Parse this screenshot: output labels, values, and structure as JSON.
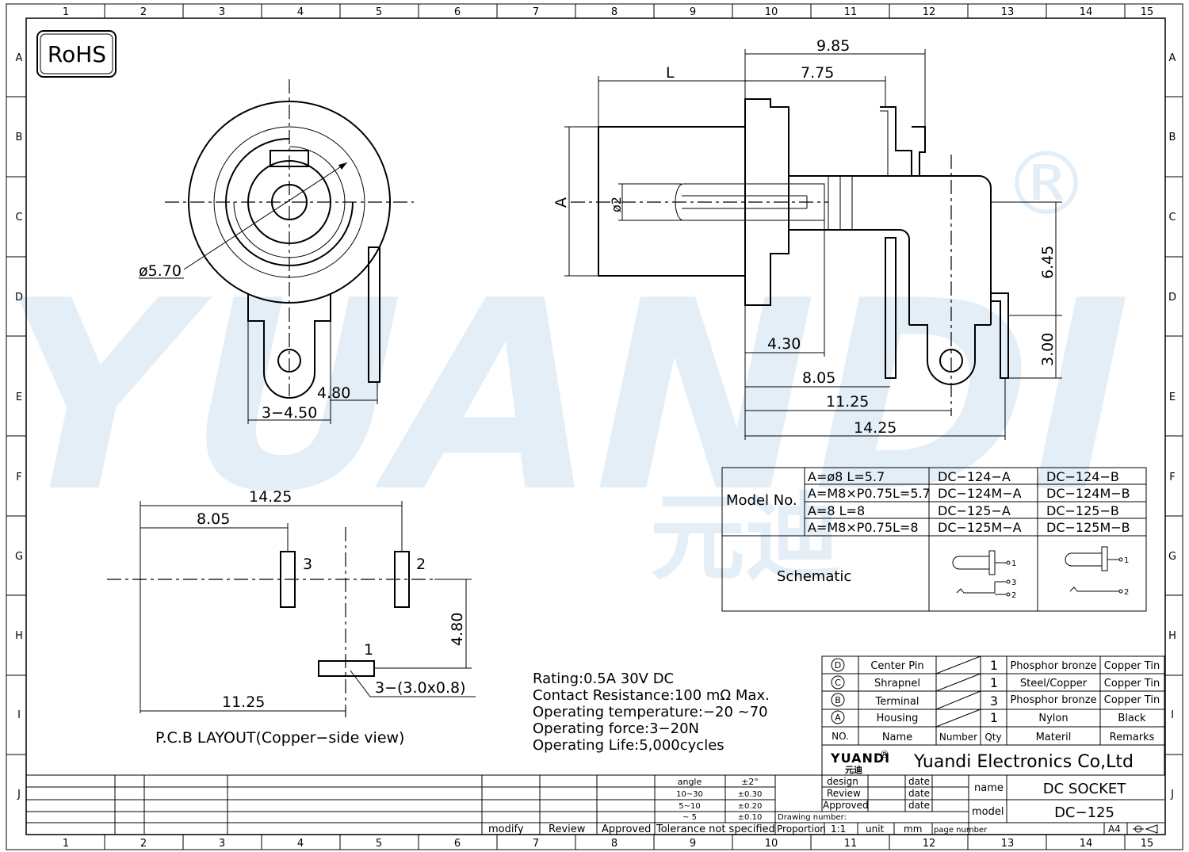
{
  "rohs": "RoHS",
  "registered": "®",
  "watermark": {
    "text": "YUANDI",
    "chinese": "元迪",
    "color": "#7fb1dc"
  },
  "grid": {
    "cols": [
      "1",
      "2",
      "3",
      "4",
      "5",
      "6",
      "7",
      "8",
      "9",
      "10",
      "11",
      "12",
      "13",
      "14",
      "15"
    ],
    "rows": [
      "A",
      "B",
      "C",
      "D",
      "E",
      "F",
      "G",
      "H",
      "I",
      "J"
    ]
  },
  "front_view": {
    "dia": "ø5.70",
    "dim_480": "4.80",
    "dim_3450": "3−4.50"
  },
  "side_view": {
    "d985": "9.85",
    "d775": "7.75",
    "dL": "L",
    "dA": "A",
    "dphi2": "ø2",
    "d645": "6.45",
    "d300": "3.00",
    "d430": "4.30",
    "d805": "8.05",
    "d1125": "11.25",
    "d1425": "14.25"
  },
  "pcb": {
    "d1425": "14.25",
    "d805": "8.05",
    "d1125": "11.25",
    "d480": "4.80",
    "pin1": "1",
    "pin2": "2",
    "pin3": "3",
    "slot": "3−(3.0x0.8)",
    "caption": "P.C.B  LAYOUT(Copper−side  view)"
  },
  "specs": [
    "Rating:0.5A  30V  DC",
    "Contact  Resistance:100  mΩ  Max.",
    "Operating  temperature:−20   ~70",
    "Operating  force:3−20N",
    "Operating  Life:5,000cycles"
  ],
  "model_table": {
    "label": "Model  No.",
    "rows": [
      [
        "A=ø8  L=5.7",
        "DC−124−A",
        "DC−124−B"
      ],
      [
        "A=M8×P0.75L=5.7",
        "DC−124M−A",
        "DC−124M−B"
      ],
      [
        "A=8  L=8",
        "DC−125−A",
        "DC−125−B"
      ],
      [
        "A=M8×P0.75L=8",
        "DC−125M−A",
        "DC−125M−B"
      ]
    ],
    "schematic_label": "Schematic",
    "pin1": "1",
    "pin2": "2",
    "pin3": "3"
  },
  "bom": {
    "rows": [
      {
        "mark": "D",
        "name": "Center Pin",
        "qty": "1",
        "material": "Phosphor bronze",
        "remarks": "Copper Tin"
      },
      {
        "mark": "C",
        "name": "Shrapnel",
        "qty": "1",
        "material": "Steel/Copper",
        "remarks": "Copper Tin"
      },
      {
        "mark": "B",
        "name": "Terminal",
        "qty": "3",
        "material": "Phosphor bronze",
        "remarks": "Copper Tin"
      },
      {
        "mark": "A",
        "name": "Housing",
        "qty": "1",
        "material": "Nylon",
        "remarks": "Black"
      }
    ],
    "header": {
      "no": "NO.",
      "name": "Name",
      "number": "Number",
      "qty": "Qty",
      "material": "Materil",
      "remarks": "Remarks"
    }
  },
  "title_block": {
    "logo": "YUANDI",
    "logo_cn": "元迪",
    "company": "Yuandi Electronics Co,Ltd",
    "design": "design",
    "review": "Review",
    "approved": "Approved",
    "date": "date",
    "name_label": "name",
    "name_value": "DC  SOCKET",
    "model_label": "model",
    "model_value": "DC−125",
    "drawing_number": "Drawing number:",
    "proportion": "Proportion",
    "scale": "1:1",
    "unit": "unit",
    "mm": "mm",
    "page_number": "page number",
    "sheet": "A4"
  },
  "tolerance": {
    "rows": [
      [
        "angle",
        "±2°"
      ],
      [
        "10~30",
        "±0.30"
      ],
      [
        "5~10",
        "±0.20"
      ],
      [
        "~ 5",
        "±0.10"
      ]
    ],
    "footer": "Tolerance  not  specified"
  },
  "revision": {
    "modify": "modify",
    "review": "Review",
    "approved": "Approved"
  }
}
